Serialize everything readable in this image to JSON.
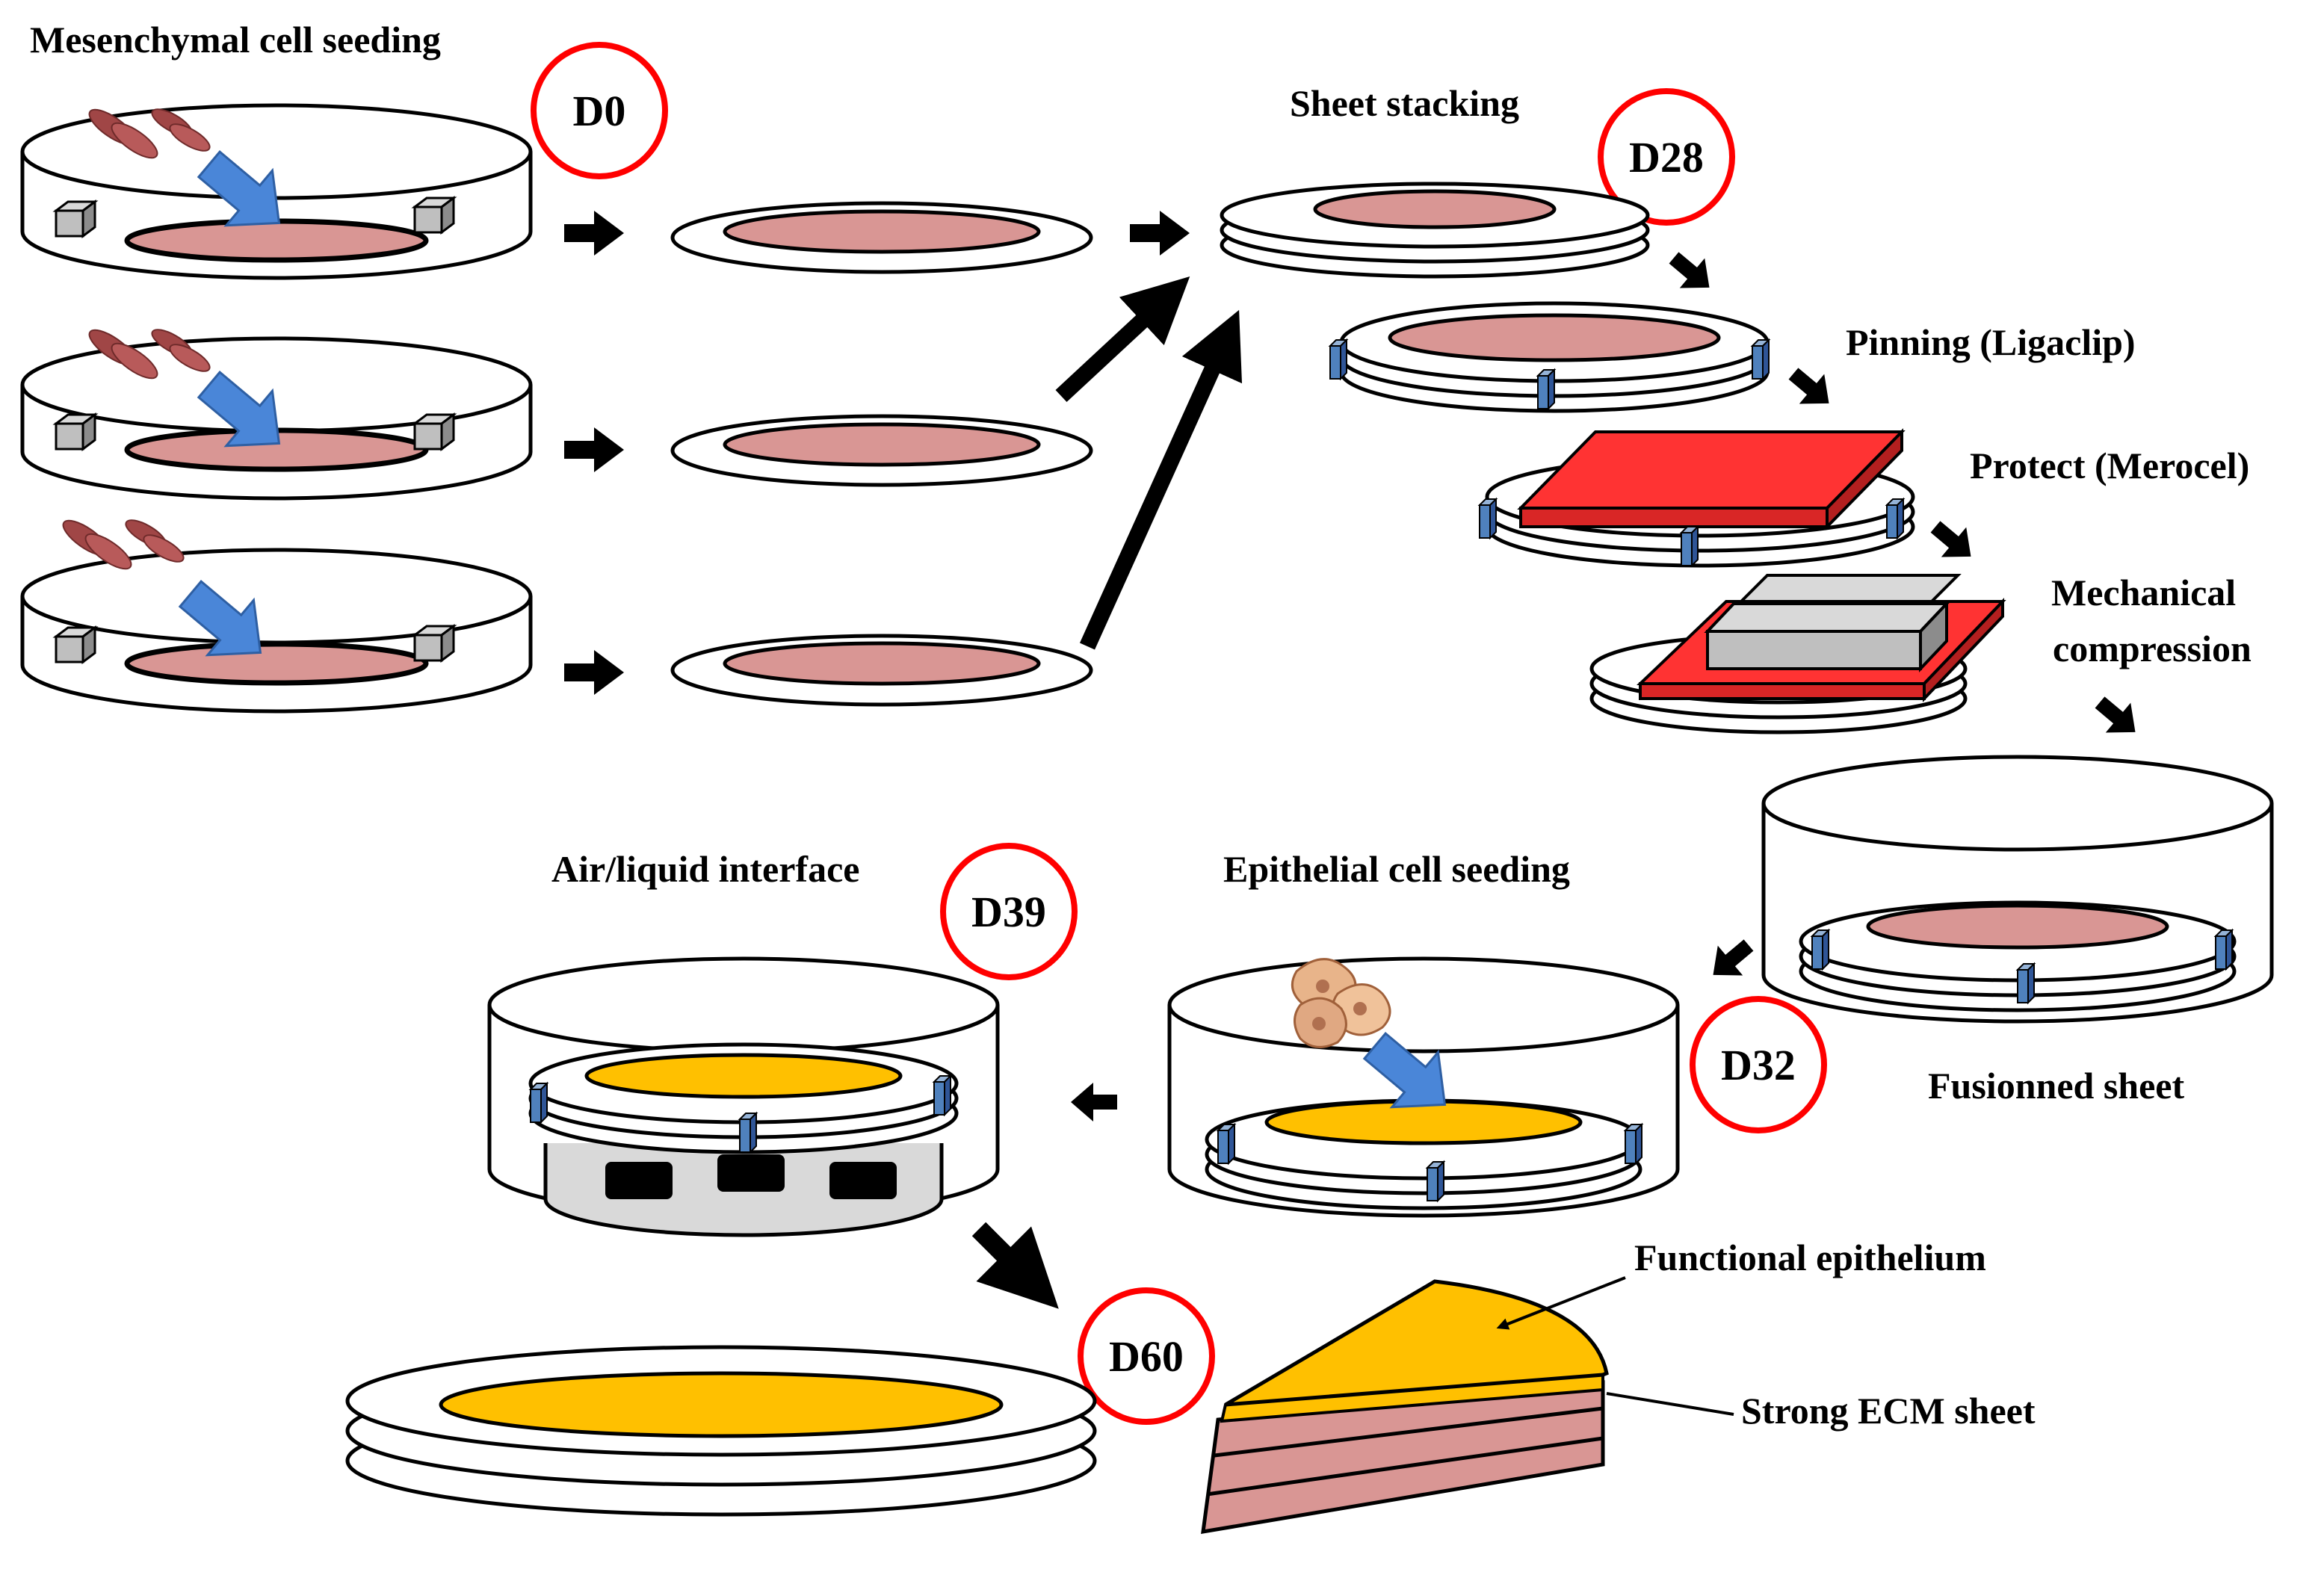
{
  "labels": {
    "mesenchymal_seeding": "Mesenchymal cell seeding",
    "sheet_stacking": "Sheet stacking",
    "pinning": "Pinning (Ligaclip)",
    "protect": "Protect (Merocel)",
    "mechanical_1": "Mechanical",
    "mechanical_2": "compression",
    "fusioned_sheet": "Fusionned sheet",
    "epithelial_seeding": "Epithelial cell seeding",
    "air_liquid": "Air/liquid interface",
    "functional_epithelium": "Functional epithelium",
    "strong_ecm": "Strong ECM sheet"
  },
  "days": {
    "d0": "D0",
    "d28": "D28",
    "d32": "D32",
    "d39": "D39",
    "d60": "D60"
  },
  "colors": {
    "sheet_pink": "#d99694",
    "epithelium_gold": "#ffc000",
    "day_circle_red": "#ff0000",
    "merocel_red": "#ff3333",
    "cell_arrow_blue": "#4a86d8",
    "clip_blue": "#4f81bd",
    "weight_gray": "#bfbfbf"
  }
}
